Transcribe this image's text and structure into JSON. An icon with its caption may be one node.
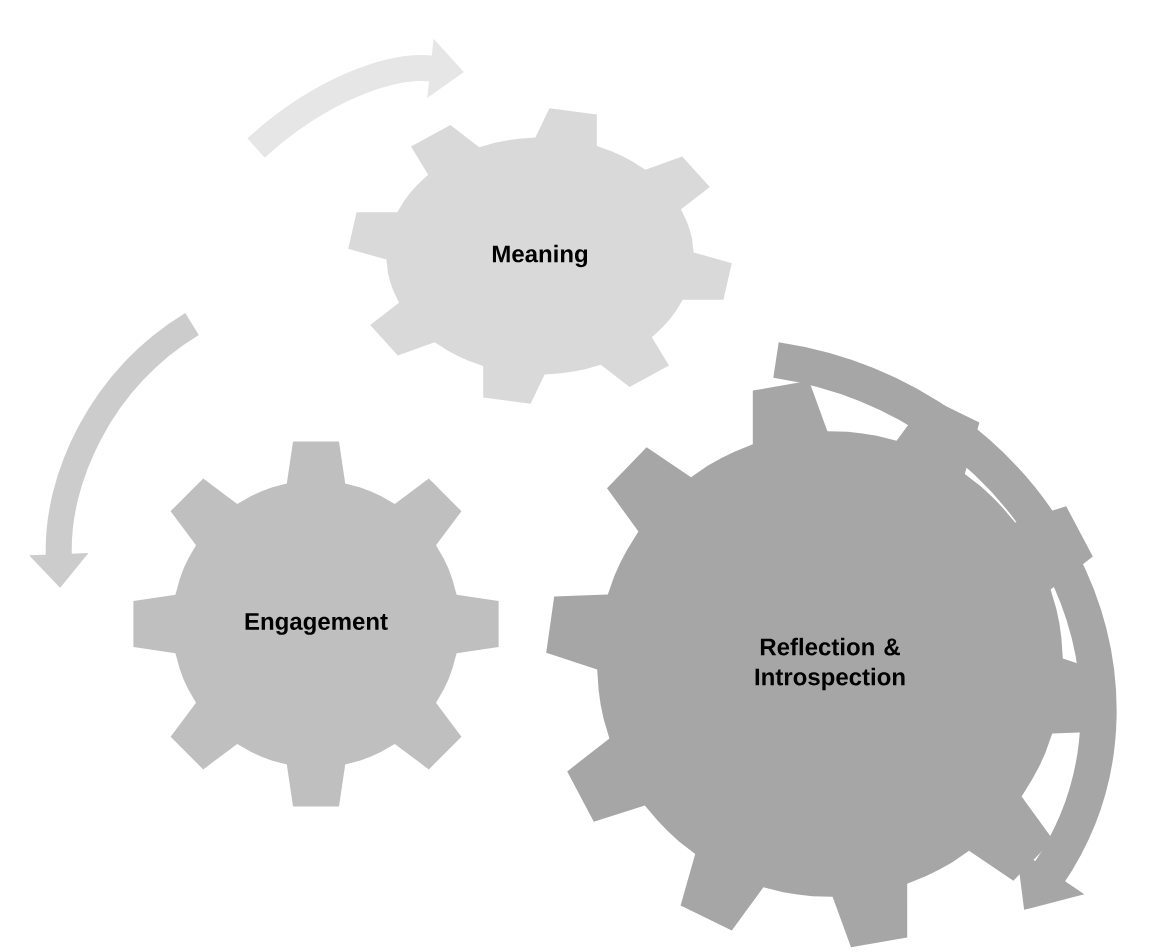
{
  "diagram": {
    "nodes": [
      {
        "text": [
          "Meaning"
        ]
      },
      {
        "text": [
          "Engagement"
        ]
      },
      {
        "text": [
          "Reflection & Introspection"
        ]
      }
    ]
  }
}
